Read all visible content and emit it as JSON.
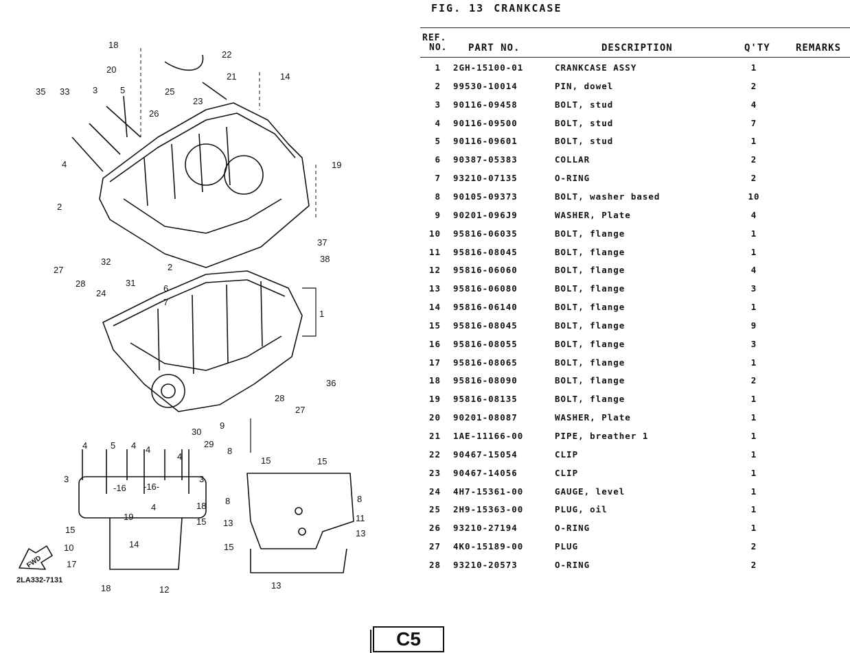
{
  "figure": {
    "prefix": "FIG. 13",
    "title": "CRANKCASE"
  },
  "table_header": {
    "ref_no_line1": "REF.",
    "ref_no_line2": "NO.",
    "part_no": "PART NO.",
    "description": "DESCRIPTION",
    "qty": "Q'TY",
    "remarks": "REMARKS"
  },
  "parts": [
    {
      "ref": "1",
      "part": "2GH-15100-01",
      "desc": "CRANKCASE ASSY",
      "qty": "1"
    },
    {
      "ref": "2",
      "part": "99530-10014",
      "desc": "PIN, dowel",
      "qty": "2"
    },
    {
      "ref": "3",
      "part": "90116-09458",
      "desc": "BOLT, stud",
      "qty": "4"
    },
    {
      "ref": "4",
      "part": "90116-09500",
      "desc": "BOLT, stud",
      "qty": "7"
    },
    {
      "ref": "5",
      "part": "90116-09601",
      "desc": "BOLT, stud",
      "qty": "1"
    },
    {
      "ref": "6",
      "part": "90387-05383",
      "desc": "COLLAR",
      "qty": "2"
    },
    {
      "ref": "7",
      "part": "93210-07135",
      "desc": "O-RING",
      "qty": "2"
    },
    {
      "ref": "8",
      "part": "90105-09373",
      "desc": "BOLT, washer based",
      "qty": "10"
    },
    {
      "ref": "9",
      "part": "90201-096J9",
      "desc": "WASHER, Plate",
      "qty": "4"
    },
    {
      "ref": "10",
      "part": "95816-06035",
      "desc": "BOLT, flange",
      "qty": "1"
    },
    {
      "ref": "11",
      "part": "95816-08045",
      "desc": "BOLT, flange",
      "qty": "1"
    },
    {
      "ref": "12",
      "part": "95816-06060",
      "desc": "BOLT, flange",
      "qty": "4"
    },
    {
      "ref": "13",
      "part": "95816-06080",
      "desc": "BOLT, flange",
      "qty": "3"
    },
    {
      "ref": "14",
      "part": "95816-06140",
      "desc": "BOLT, flange",
      "qty": "1"
    },
    {
      "ref": "15",
      "part": "95816-08045",
      "desc": "BOLT, flange",
      "qty": "9"
    },
    {
      "ref": "16",
      "part": "95816-08055",
      "desc": "BOLT, flange",
      "qty": "3"
    },
    {
      "ref": "17",
      "part": "95816-08065",
      "desc": "BOLT, flange",
      "qty": "1"
    },
    {
      "ref": "18",
      "part": "95816-08090",
      "desc": "BOLT, flange",
      "qty": "2"
    },
    {
      "ref": "19",
      "part": "95816-08135",
      "desc": "BOLT, flange",
      "qty": "1"
    },
    {
      "ref": "20",
      "part": "90201-08087",
      "desc": "WASHER, Plate",
      "qty": "1"
    },
    {
      "ref": "21",
      "part": "1AE-11166-00",
      "desc": "PIPE, breather 1",
      "qty": "1"
    },
    {
      "ref": "22",
      "part": "90467-15054",
      "desc": "CLIP",
      "qty": "1"
    },
    {
      "ref": "23",
      "part": "90467-14056",
      "desc": "CLIP",
      "qty": "1"
    },
    {
      "ref": "24",
      "part": "4H7-15361-00",
      "desc": "GAUGE, level",
      "qty": "1"
    },
    {
      "ref": "25",
      "part": "2H9-15363-00",
      "desc": "PLUG, oil",
      "qty": "1"
    },
    {
      "ref": "26",
      "part": "93210-27194",
      "desc": "O-RING",
      "qty": "1"
    },
    {
      "ref": "27",
      "part": "4K0-15189-00",
      "desc": "PLUG",
      "qty": "2"
    },
    {
      "ref": "28",
      "part": "93210-20573",
      "desc": "O-RING",
      "qty": "2"
    }
  ],
  "diagram": {
    "drawing_code": "2LA332-7131",
    "fwd_label": "FWD",
    "callouts": [
      "1",
      "2",
      "3",
      "4",
      "5",
      "6",
      "7",
      "8",
      "9",
      "10",
      "11",
      "12",
      "13",
      "14",
      "15",
      "16",
      "17",
      "18",
      "19",
      "20",
      "21",
      "22",
      "23",
      "24",
      "25",
      "26",
      "27",
      "28",
      "29",
      "30",
      "31",
      "32",
      "33",
      "35",
      "36",
      "37",
      "38"
    ]
  },
  "page_badge": "C5"
}
